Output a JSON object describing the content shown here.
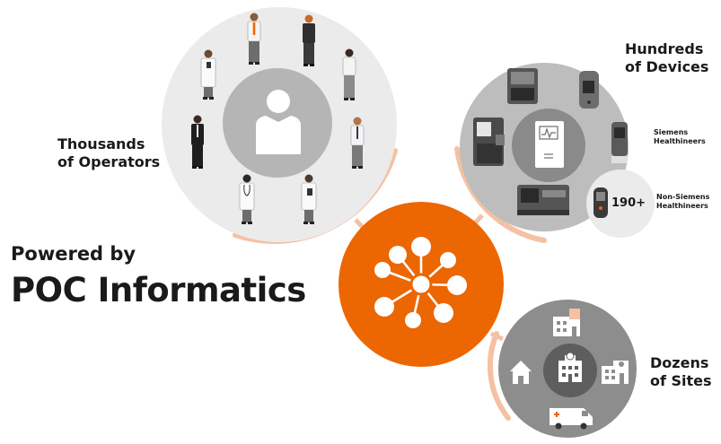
{
  "texts": {
    "powered_by": "Powered by",
    "poc_informatics": "POC Informatics",
    "operators_line1": "Thousands",
    "operators_line2": "of Operators",
    "devices_line1": "Hundreds",
    "devices_line2": "of Devices",
    "siemens_line1": "Siemens",
    "siemens_line2": "Healthineers",
    "non_siemens_line1": "Non-Siemens",
    "non_siemens_line2": "Healthineers",
    "count_190": "190+",
    "sites_line1": "Dozens",
    "sites_line2": "of Sites"
  },
  "colors": {
    "accent_orange": "#ec6602",
    "connector_peach": "#f5c1a3",
    "operators_circle": "#ebebeb",
    "operators_inner": "#b5b5b5",
    "devices_circle": "#bdbdbd",
    "devices_inner": "#8a8a8a",
    "sites_circle": "#8d8d8d",
    "sites_inner": "#5e5e5e",
    "badge_circle": "#ebebeb",
    "text": "#1a1a1a"
  }
}
